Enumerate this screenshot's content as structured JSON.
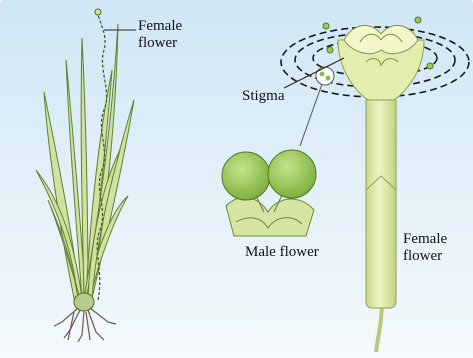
{
  "labels": {
    "female_flower_left": "Female flower",
    "stigma": "Stigma",
    "male_flower": "Male flower",
    "female_flower_right": "Female flower"
  },
  "colors": {
    "background": "#d6ebf7",
    "leaf": "#c9de9a",
    "leaf_outline": "#6f8f3c",
    "male_flower": "#8cbf4a",
    "stalk": "#e6efb0",
    "roots": "#7b6a55"
  },
  "icons": [
    "plant-illustration",
    "male-flower-illustration",
    "female-flower-illustration",
    "pollen-grain-icon"
  ]
}
